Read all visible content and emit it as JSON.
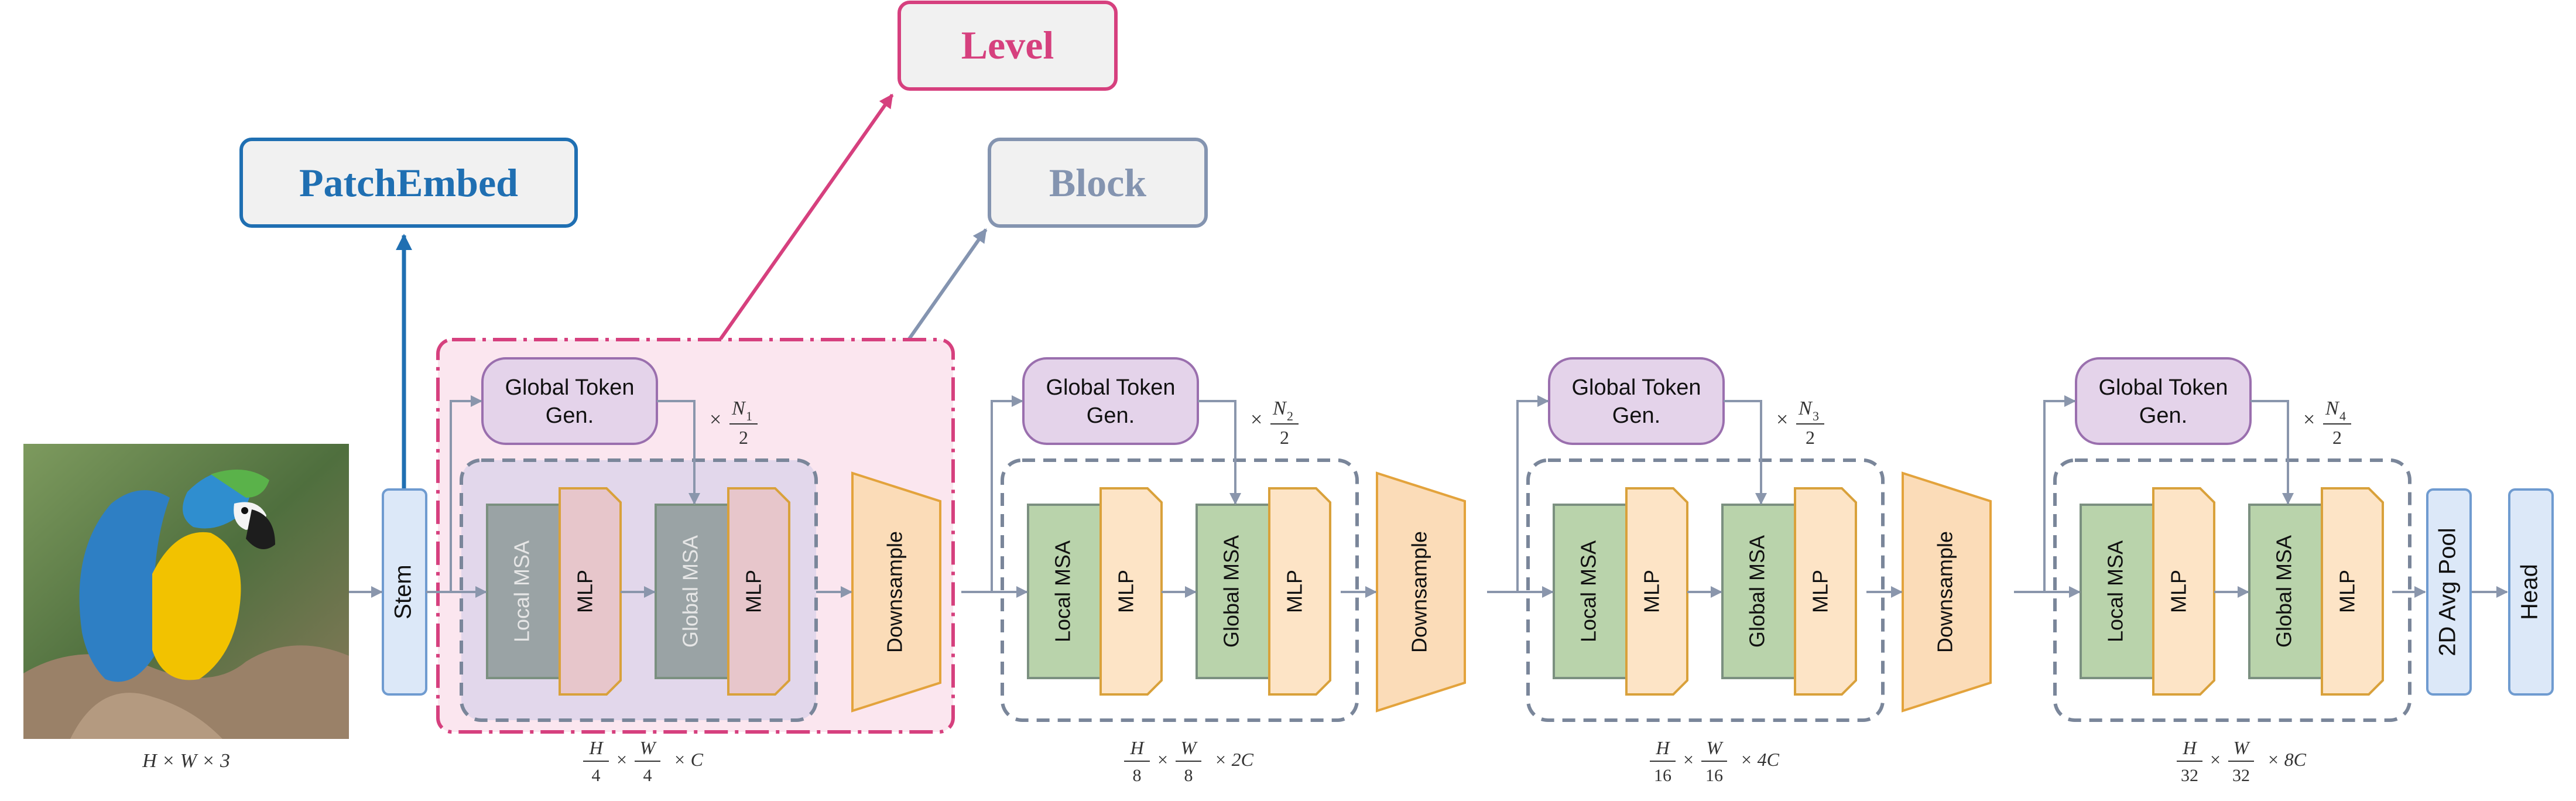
{
  "labels": {
    "patch_embed": "PatchEmbed",
    "level": "Level",
    "block": "Block",
    "stem": "Stem",
    "global_token_gen_line1": "Global Token",
    "global_token_gen_line2": "Gen.",
    "local_msa": "Local MSA",
    "global_msa": "Global MSA",
    "mlp": "MLP",
    "downsample": "Downsample",
    "avg_pool": "2D Avg Pool",
    "head": "Head"
  },
  "dims": {
    "input": "H × W × 3",
    "stages": [
      {
        "num": "H",
        "den": "4",
        "num2": "W",
        "den2": "4",
        "suffix": "C",
        "rep_num": "N",
        "rep_sub": "1",
        "rep_den": "2"
      },
      {
        "num": "H",
        "den": "8",
        "num2": "W",
        "den2": "8",
        "suffix": "2C",
        "rep_num": "N",
        "rep_sub": "2",
        "rep_den": "2"
      },
      {
        "num": "H",
        "den": "16",
        "num2": "W",
        "den2": "16",
        "suffix": "4C",
        "rep_num": "N",
        "rep_sub": "3",
        "rep_den": "2"
      },
      {
        "num": "H",
        "den": "32",
        "num2": "W",
        "den2": "32",
        "suffix": "8C",
        "rep_num": "N",
        "rep_sub": "4",
        "rep_den": "2"
      }
    ]
  },
  "symbols": {
    "times": "×"
  },
  "colors": {
    "patch_embed": "#1f6fb2",
    "level": "#d6407e",
    "block": "#8494b0",
    "stem_fill": "#dce8f8",
    "stem_stroke": "#6f9bd0",
    "gtg_fill": "#e4d3ea",
    "gtg_stroke": "#9a6fae",
    "msa_fill": "#b9d3ab",
    "msa_stroke": "#7b9080",
    "mlp_fill": "#fde4c6",
    "mlp_stroke": "#d9a13b",
    "down_fill": "#fbdcb8",
    "down_stroke": "#e3a33c",
    "dashed": "#7a869a",
    "arrow": "#8a96ac",
    "level_fill": "#fbe6ef",
    "block_fill": "#ddd3ea"
  },
  "image": {
    "subject": "macaw-parrot"
  }
}
